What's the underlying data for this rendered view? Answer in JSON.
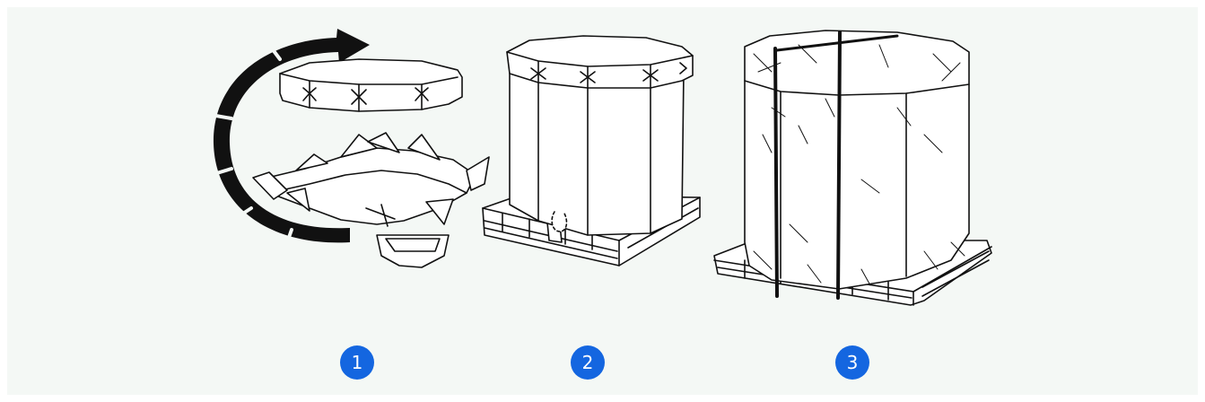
{
  "steps": [
    {
      "number": "1"
    },
    {
      "number": "2"
    },
    {
      "number": "3"
    }
  ],
  "colors": {
    "background": "#f4f8f5",
    "badge": "#1466e0",
    "badge_text": "#ffffff",
    "line_art": "#111111"
  }
}
